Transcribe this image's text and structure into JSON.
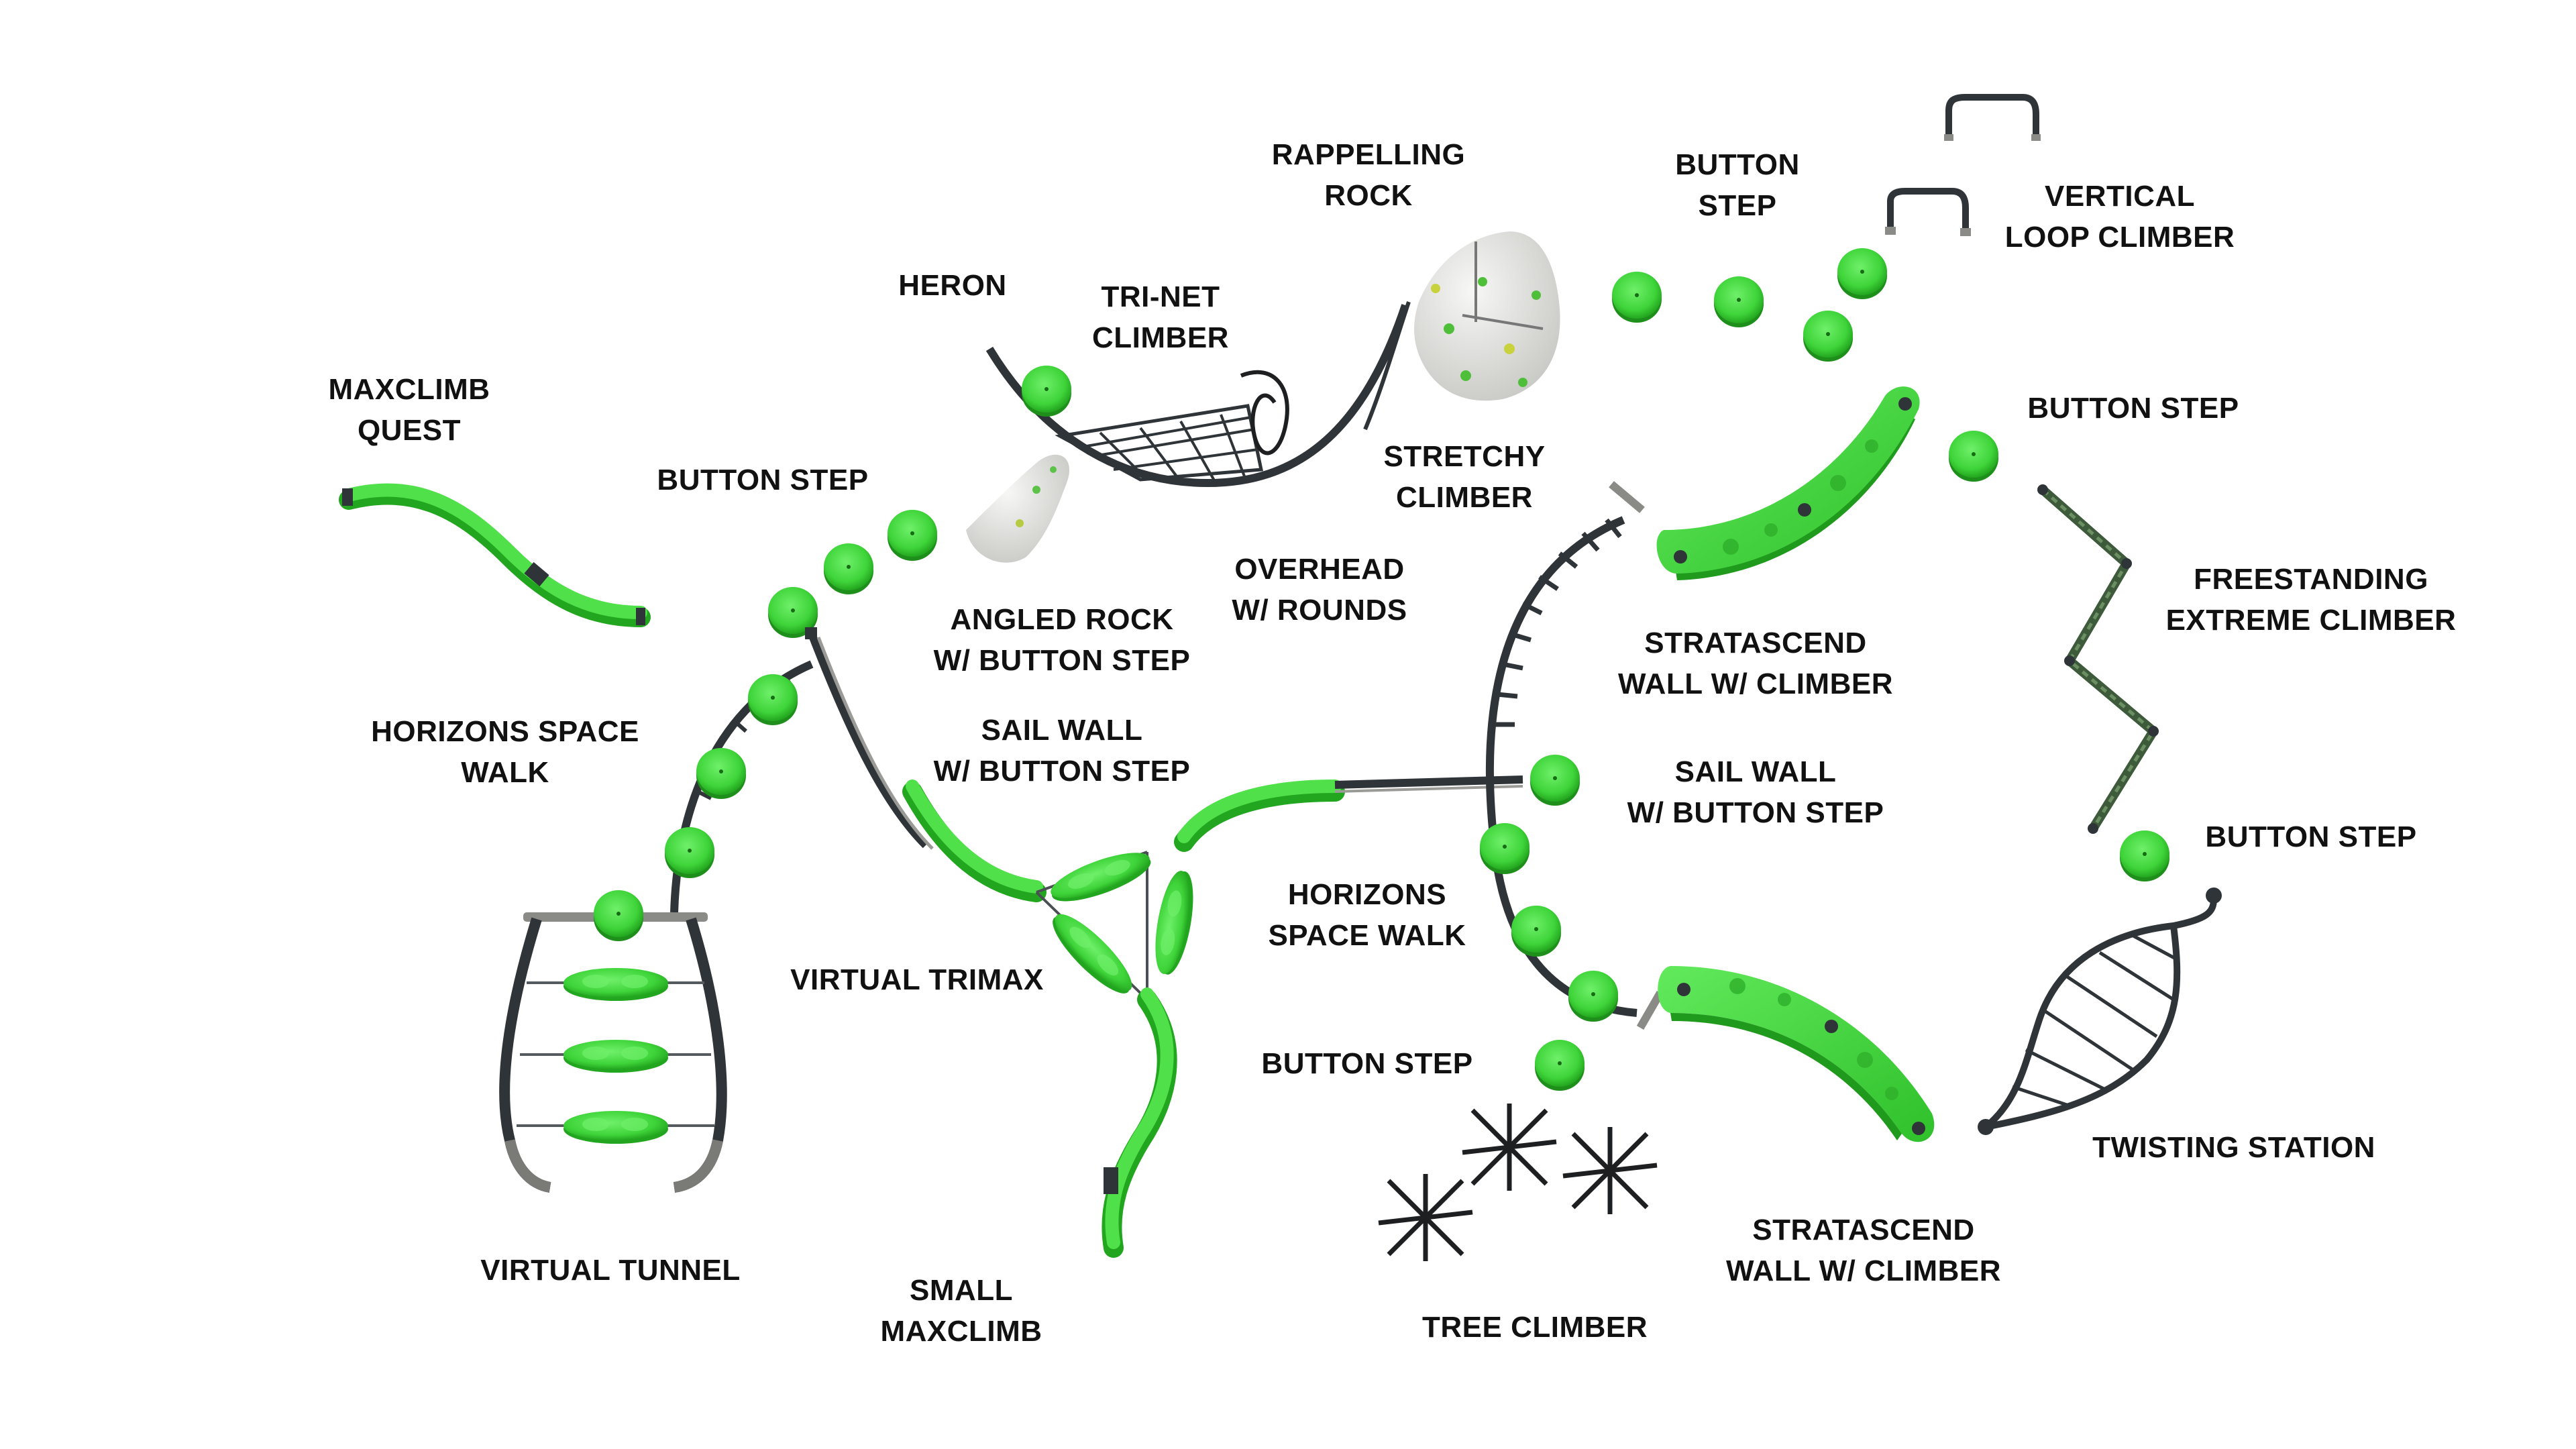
{
  "colors": {
    "green": "#3fd43a",
    "green_dark": "#22a81f",
    "frame": "#2f3438",
    "rock": "#e4e4e2",
    "background": "#ffffff"
  },
  "labels": {
    "rappelling_rock": [
      "RAPPELLING",
      "ROCK"
    ],
    "button_step_top": [
      "BUTTON",
      "STEP"
    ],
    "vertical_loop_climber": [
      "VERTICAL",
      "LOOP CLIMBER"
    ],
    "heron": [
      "HERON"
    ],
    "tri_net_climber": [
      "TRI-NET",
      "CLIMBER"
    ],
    "maxclimb_quest": [
      "MAXCLIMB",
      "QUEST"
    ],
    "button_step_right_top": [
      "BUTTON STEP"
    ],
    "stretchy_climber": [
      "STRETCHY",
      "CLIMBER"
    ],
    "button_step_left": [
      "BUTTON STEP"
    ],
    "overhead_rounds": [
      "OVERHEAD",
      "W/ ROUNDS"
    ],
    "freestanding_extreme_climber": [
      "FREESTANDING",
      "EXTREME CLIMBER"
    ],
    "angled_rock": [
      "ANGLED ROCK",
      "W/ BUTTON STEP"
    ],
    "stratascend_wall_top": [
      "STRATASCEND",
      "WALL W/ CLIMBER"
    ],
    "horizons_space_walk_left": [
      "HORIZONS SPACE",
      "WALK"
    ],
    "sail_wall_left": [
      "SAIL WALL",
      "W/ BUTTON STEP"
    ],
    "sail_wall_right": [
      "SAIL WALL",
      "W/ BUTTON STEP"
    ],
    "button_step_right_bottom": [
      "BUTTON STEP"
    ],
    "horizons_space_walk_center": [
      "HORIZONS",
      "SPACE WALK"
    ],
    "virtual_trimax": [
      "VIRTUAL TRIMAX"
    ],
    "button_step_center": [
      "BUTTON STEP"
    ],
    "twisting_station": [
      "TWISTING STATION"
    ],
    "stratascend_wall_bottom": [
      "STRATASCEND",
      "WALL W/ CLIMBER"
    ],
    "virtual_tunnel": [
      "VIRTUAL TUNNEL"
    ],
    "small_maxclimb": [
      "SMALL",
      "MAXCLIMB"
    ],
    "tree_climber": [
      "TREE CLIMBER"
    ]
  },
  "icons": {
    "button_step": "green-disc",
    "rock": "climbing-rock",
    "net": "rope-net",
    "wall": "curved-climbing-wall"
  }
}
